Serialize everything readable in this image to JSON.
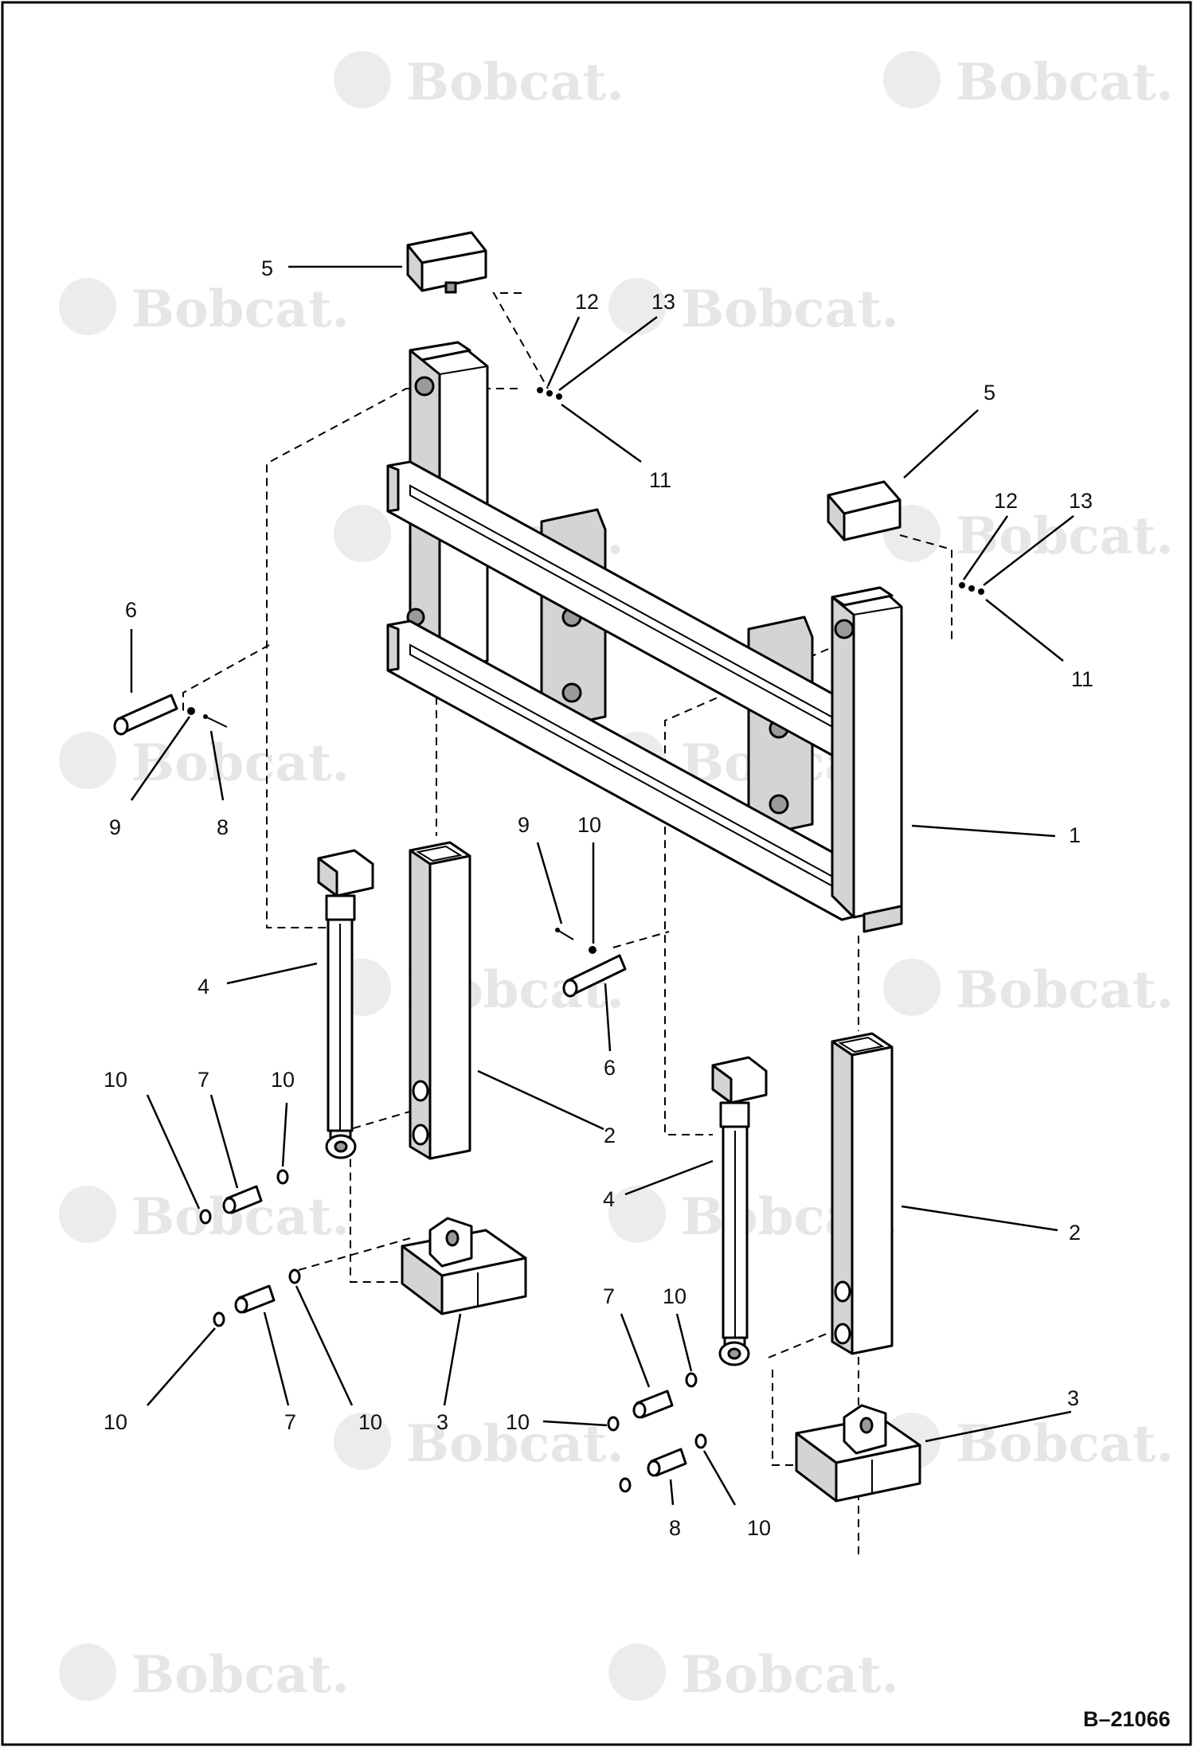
{
  "figure_id": "B–21066",
  "watermark_text": "Bobcat.",
  "callouts": [
    "1",
    "2",
    "2",
    "3",
    "3",
    "4",
    "4",
    "5",
    "5",
    "6",
    "6",
    "7",
    "7",
    "7",
    "8",
    "8",
    "9",
    "9",
    "10",
    "10",
    "10",
    "10",
    "10",
    "10",
    "10",
    "11",
    "11",
    "12",
    "12",
    "13",
    "13"
  ]
}
